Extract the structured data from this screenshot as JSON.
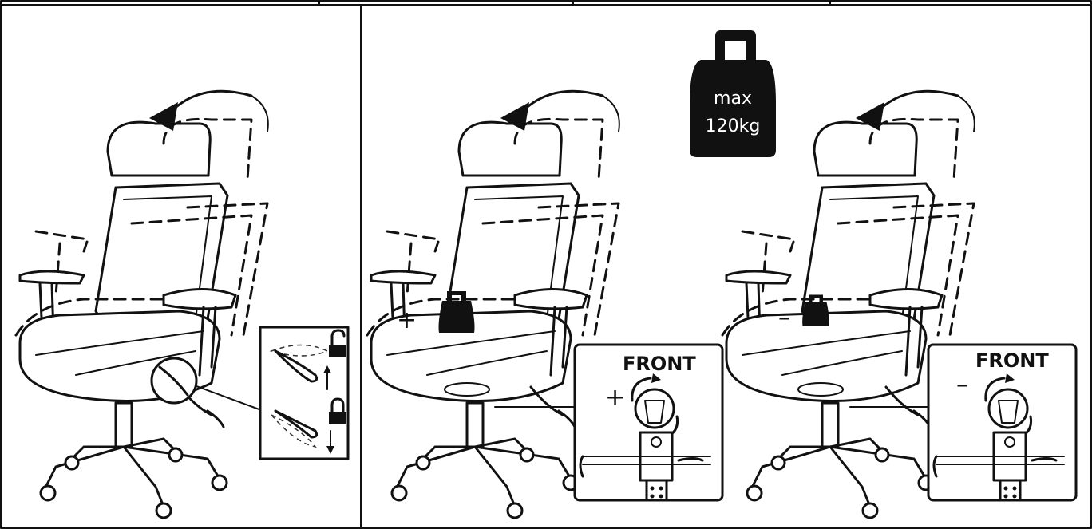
{
  "weight_badge": {
    "line1": "max",
    "line2": "120kg"
  },
  "panels": [
    {
      "id": "recline-lock",
      "icons": [
        "unlock-icon",
        "lock-icon"
      ]
    },
    {
      "id": "tension-increase",
      "front_label": "FRONT",
      "sign": "+",
      "weight_sign": "+"
    },
    {
      "id": "tension-decrease",
      "front_label": "FRONT",
      "sign": "–",
      "weight_sign": "–"
    }
  ],
  "colors": {
    "ink": "#111111",
    "background": "#ffffff"
  }
}
